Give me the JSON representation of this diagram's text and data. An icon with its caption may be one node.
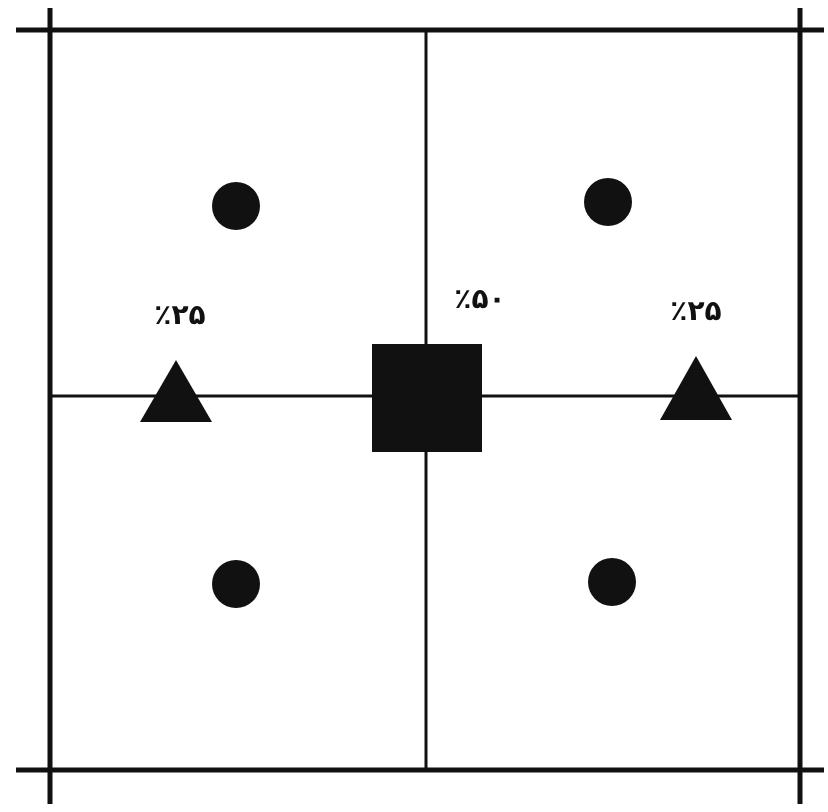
{
  "diagram": {
    "labels": [
      "٪۲۵",
      "٪۵۰",
      "٪۲۵"
    ]
  }
}
